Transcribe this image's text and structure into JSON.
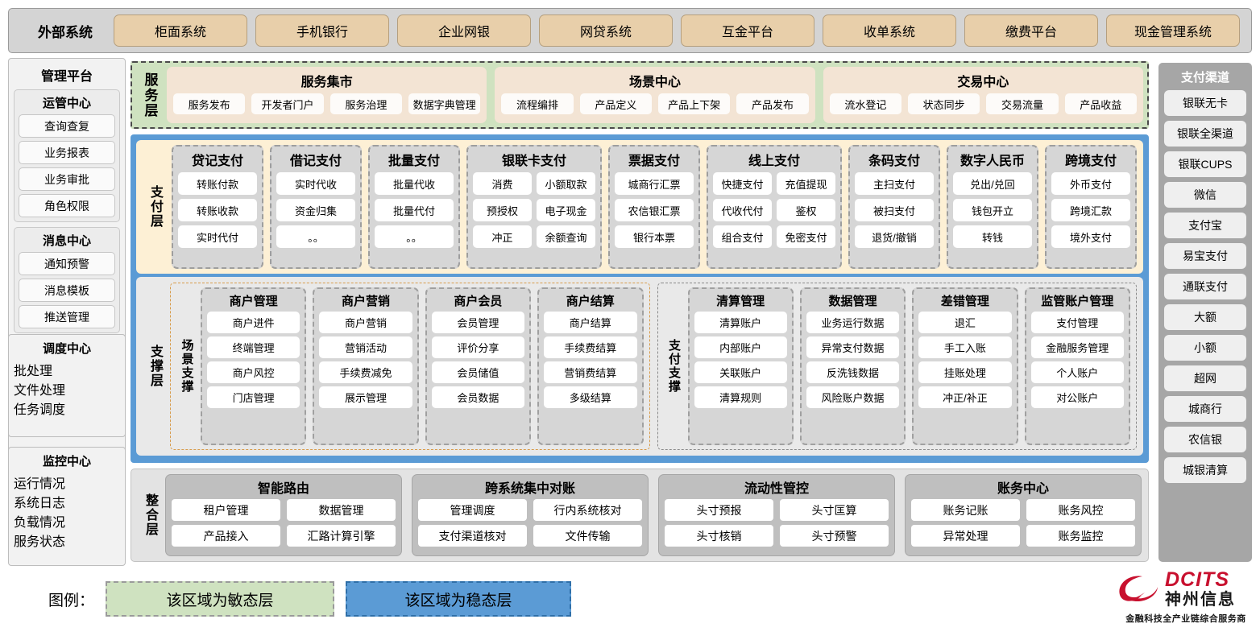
{
  "external": {
    "title": "外部系统",
    "items": [
      "柜面系统",
      "手机银行",
      "企业网银",
      "网贷系统",
      "互金平台",
      "收单系统",
      "缴费平台",
      "现金管理系统"
    ]
  },
  "left_sidebar": {
    "title": "管理平台",
    "groups": [
      {
        "title": "运管中心",
        "items": [
          "查询查复",
          "业务报表",
          "业务审批",
          "角色权限"
        ]
      },
      {
        "title": "消息中心",
        "items": [
          "通知预警",
          "消息模板",
          "推送管理"
        ]
      },
      {
        "title": "调度中心",
        "items": [
          "批处理",
          "文件处理",
          "任务调度"
        ]
      },
      {
        "title": "监控中心",
        "items": [
          "运行情况",
          "系统日志",
          "负载情况",
          "服务状态"
        ]
      }
    ]
  },
  "right_sidebar": {
    "title": "支付渠道",
    "items": [
      "银联无卡",
      "银联全渠道",
      "银联CUPS",
      "微信",
      "支付宝",
      "易宝支付",
      "通联支付",
      "大额",
      "小额",
      "超网",
      "城商行",
      "农信银",
      "城银清算"
    ]
  },
  "service_layer": {
    "label": "服务层",
    "cards": [
      {
        "title": "服务集市",
        "items": [
          "服务发布",
          "开发者门户",
          "服务治理",
          "数据字典管理"
        ]
      },
      {
        "title": "场景中心",
        "items": [
          "流程编排",
          "产品定义",
          "产品上下架",
          "产品发布"
        ]
      },
      {
        "title": "交易中心",
        "items": [
          "流水登记",
          "状态同步",
          "交易流量",
          "产品收益"
        ]
      }
    ]
  },
  "payment_layer": {
    "label": "支付层",
    "cards": [
      {
        "title": "贷记支付",
        "cols": 1,
        "rows": [
          [
            "转账付款"
          ],
          [
            "转账收款"
          ],
          [
            "实时代付"
          ]
        ]
      },
      {
        "title": "借记支付",
        "cols": 1,
        "rows": [
          [
            "实时代收"
          ],
          [
            "资金归集"
          ],
          [
            "。。"
          ]
        ]
      },
      {
        "title": "批量支付",
        "cols": 1,
        "rows": [
          [
            "批量代收"
          ],
          [
            "批量代付"
          ],
          [
            "。。"
          ]
        ]
      },
      {
        "title": "银联卡支付",
        "cols": 2,
        "rows": [
          [
            "消费",
            "小额取款"
          ],
          [
            "预授权",
            "电子现金"
          ],
          [
            "冲正",
            "余额查询"
          ]
        ]
      },
      {
        "title": "票据支付",
        "cols": 1,
        "rows": [
          [
            "城商行汇票"
          ],
          [
            "农信银汇票"
          ],
          [
            "银行本票"
          ]
        ]
      },
      {
        "title": "线上支付",
        "cols": 2,
        "rows": [
          [
            "快捷支付",
            "充值提现"
          ],
          [
            "代收代付",
            "鉴权"
          ],
          [
            "组合支付",
            "免密支付"
          ]
        ]
      },
      {
        "title": "条码支付",
        "cols": 1,
        "rows": [
          [
            "主扫支付"
          ],
          [
            "被扫支付"
          ],
          [
            "退货/撤销"
          ]
        ]
      },
      {
        "title": "数字人民币",
        "cols": 1,
        "rows": [
          [
            "兑出/兑回"
          ],
          [
            "钱包开立"
          ],
          [
            "转钱"
          ]
        ]
      },
      {
        "title": "跨境支付",
        "cols": 1,
        "rows": [
          [
            "外币支付"
          ],
          [
            "跨境汇款"
          ],
          [
            "境外支付"
          ]
        ]
      }
    ]
  },
  "support_layer": {
    "label": "支撑层",
    "zones": [
      {
        "label": "场景支撑",
        "cards": [
          {
            "title": "商户管理",
            "items": [
              "商户进件",
              "终端管理",
              "商户风控",
              "门店管理"
            ]
          },
          {
            "title": "商户营销",
            "items": [
              "商户营销",
              "营销活动",
              "手续费减免",
              "展示管理"
            ]
          },
          {
            "title": "商户会员",
            "items": [
              "会员管理",
              "评价分享",
              "会员储值",
              "会员数据"
            ]
          },
          {
            "title": "商户结算",
            "items": [
              "商户结算",
              "手续费结算",
              "营销费结算",
              "多级结算"
            ]
          }
        ]
      },
      {
        "label": "支付支撑",
        "cards": [
          {
            "title": "清算管理",
            "items": [
              "清算账户",
              "内部账户",
              "关联账户",
              "清算规则"
            ]
          },
          {
            "title": "数据管理",
            "items": [
              "业务运行数据",
              "异常支付数据",
              "反洗钱数据",
              "风险账户数据"
            ]
          },
          {
            "title": "差错管理",
            "items": [
              "退汇",
              "手工入账",
              "挂账处理",
              "冲正/补正"
            ]
          },
          {
            "title": "监管账户管理",
            "items": [
              "支付管理",
              "金融服务管理",
              "个人账户",
              "对公账户"
            ]
          }
        ]
      }
    ]
  },
  "integration_layer": {
    "label": "整合层",
    "cards": [
      {
        "title": "智能路由",
        "rows": [
          [
            "租户管理",
            "数据管理"
          ],
          [
            "产品接入",
            "汇路计算引擎"
          ]
        ]
      },
      {
        "title": "跨系统集中对账",
        "rows": [
          [
            "管理调度",
            "行内系统核对"
          ],
          [
            "支付渠道核对",
            "文件传输"
          ]
        ]
      },
      {
        "title": "流动性管控",
        "rows": [
          [
            "头寸预报",
            "头寸匡算"
          ],
          [
            "头寸核销",
            "头寸预警"
          ]
        ]
      },
      {
        "title": "账务中心",
        "rows": [
          [
            "账务记账",
            "账务风控"
          ],
          [
            "异常处理",
            "账务监控"
          ]
        ]
      }
    ]
  },
  "legend": {
    "label": "图例：",
    "agile": "该区域为敏态层",
    "stable": "该区域为稳态层",
    "agile_color": "#cfe2c0",
    "stable_color": "#5b9bd5"
  },
  "logo": {
    "brand": "DCITS",
    "brand_cn": "神州信息",
    "tagline": "金融科技全产业链综合服务商",
    "brand_color": "#c8102e"
  }
}
